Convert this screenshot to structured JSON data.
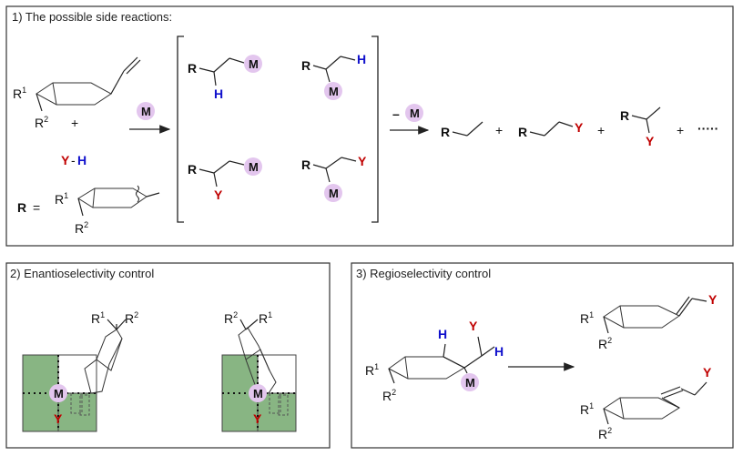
{
  "panels": {
    "side_reactions_title": "1) The possible side reactions:",
    "enantio_title": "2)  Enantioselectivity control",
    "regio_title": "3) Regioselectivity control"
  },
  "labels": {
    "R": "R",
    "R1": "R",
    "R2": "R",
    "sup1": "1",
    "sup2": "2",
    "M": "M",
    "H": "H",
    "Y": "Y",
    "plus": "+",
    "dash": "-",
    "equals": "=",
    "minus_M": "–",
    "ellipsis": "·····"
  },
  "colors": {
    "metal_circle": "#e3c6ee",
    "hydrogen": "#1010cc",
    "heteroatom": "#c00000",
    "quadrant_fill": "#88b583"
  },
  "icons": [
    "wavy-bond-icon",
    "reaction-arrow-icon"
  ]
}
